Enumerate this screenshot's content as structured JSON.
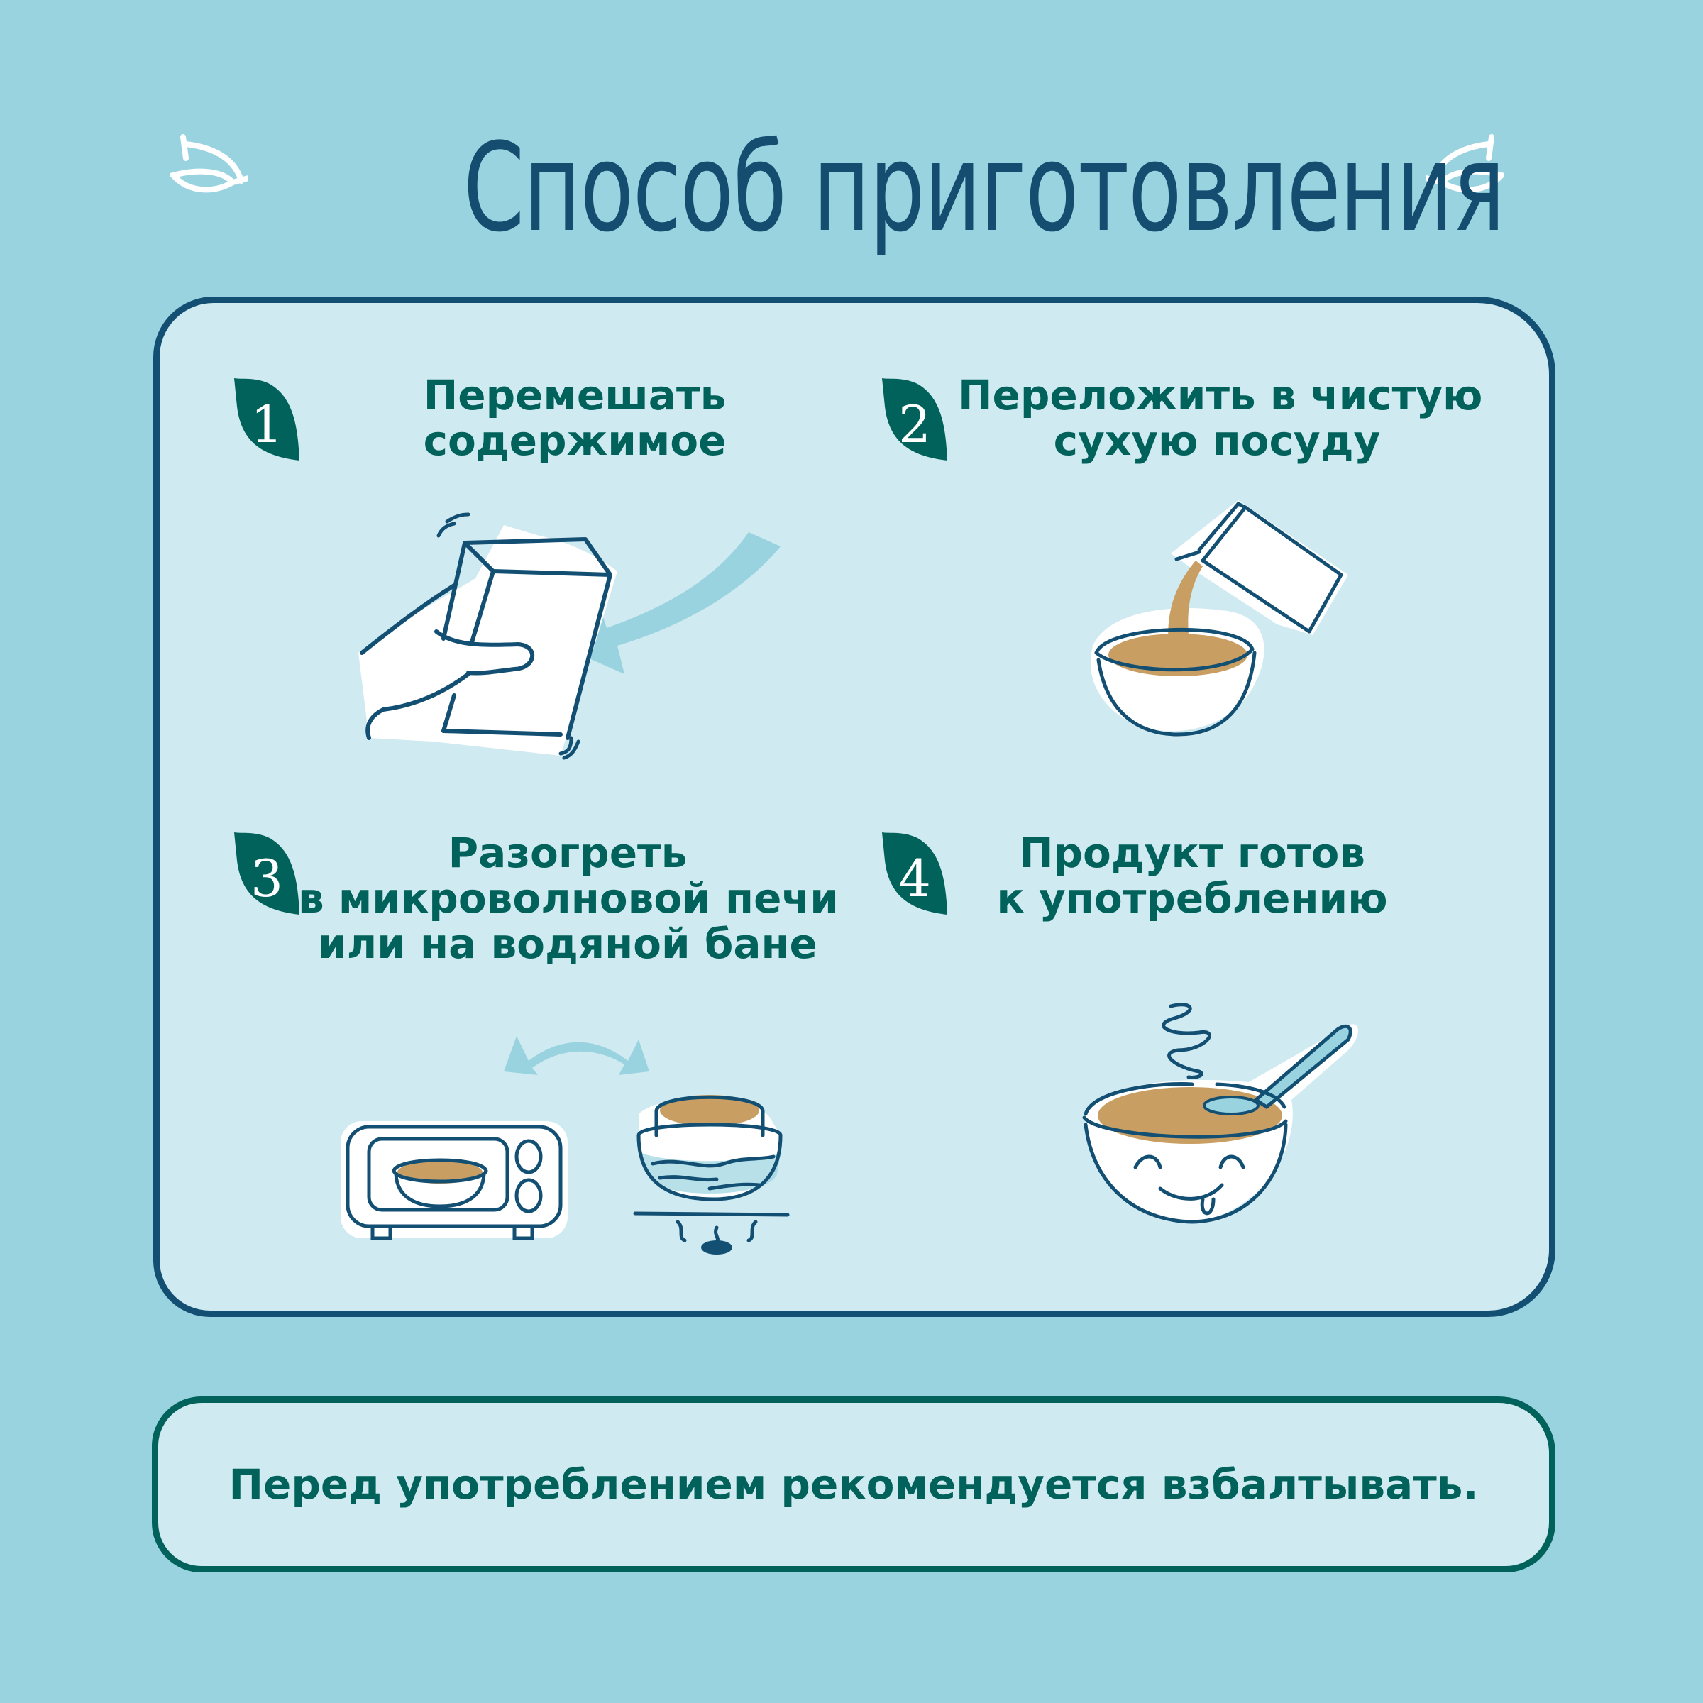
{
  "header": {
    "title": "Способ приготовления",
    "decorations": [
      "leaf-left-icon",
      "leaf-right-icon"
    ]
  },
  "steps": [
    {
      "number": "1",
      "label_lines": [
        "Перемешать",
        "содержимое"
      ],
      "illustration": "hand-shaking-carton-icon"
    },
    {
      "number": "2",
      "label_lines": [
        "Переложить в чистую",
        "сухую посуду"
      ],
      "illustration": "pouring-carton-into-bowl-icon"
    },
    {
      "number": "3",
      "label_lines": [
        "Разогреть",
        "в микроволновой печи",
        "или на водяной бане"
      ],
      "illustration": "microwave-and-water-bath-icon"
    },
    {
      "number": "4",
      "label_lines": [
        "Продукт готов",
        "к употреблению"
      ],
      "illustration": "happy-bowl-with-spoon-icon"
    }
  ],
  "note": {
    "text": "Перед употреблением рекомендуется взбалтывать."
  },
  "colors": {
    "background": "#98d3df",
    "panel": "#d0eaf1",
    "title": "#144d70",
    "frame_border": "#124f73",
    "step_text": "#00625a",
    "note_border": "#00625a",
    "porridge": "#c89e62",
    "arrow": "#98d3df"
  }
}
